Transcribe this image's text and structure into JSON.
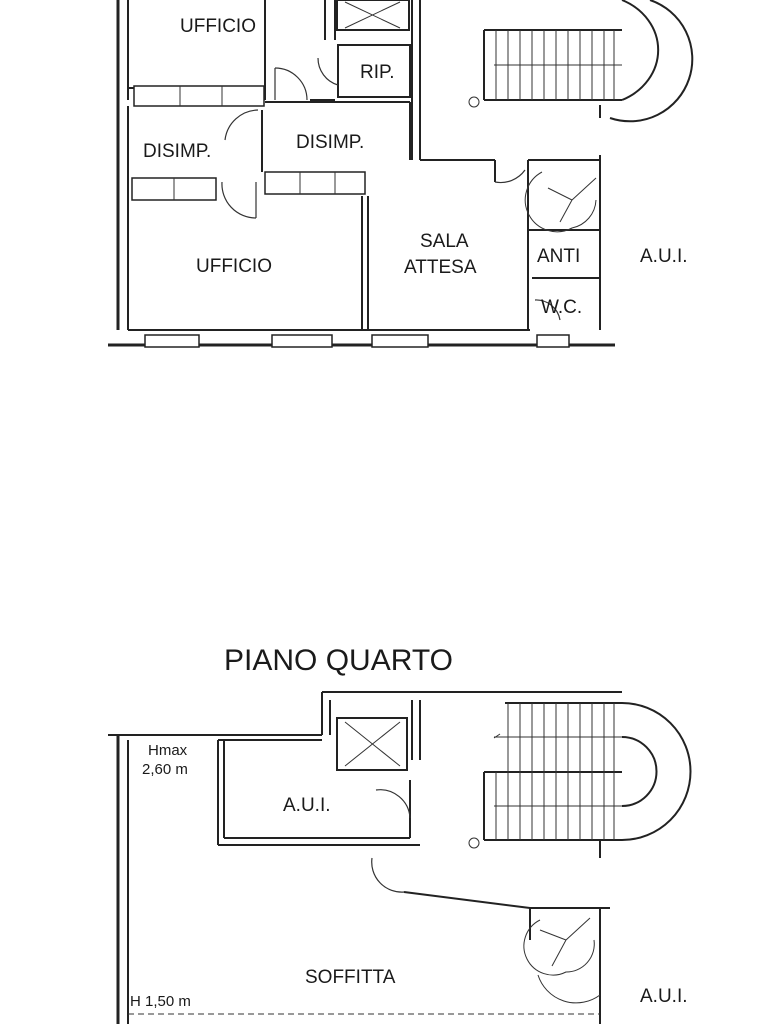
{
  "upper_plan": {
    "rooms": {
      "ufficio_top": "UFFICIO",
      "rip": "RIP.",
      "disimp_left": "DISIMP.",
      "disimp_center": "DISIMP.",
      "ufficio_bottom": "UFFICIO",
      "sala_attesa_line1": "SALA",
      "sala_attesa_line2": "ATTESA",
      "anti": "ANTI",
      "wc": "W.C.",
      "aui_right": "A.U.I."
    }
  },
  "lower_plan": {
    "title": "PIANO QUARTO",
    "hmax_label": "Hmax",
    "hmax_value": "2,60 m",
    "aui_room": "A.U.I.",
    "soffitta": "SOFFITTA",
    "h_label": "H 1,50 m",
    "aui_right": "A.U.I."
  }
}
